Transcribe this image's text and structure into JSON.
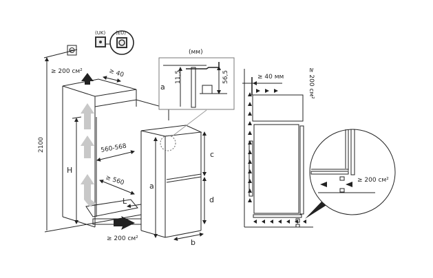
{
  "left_diagram": {
    "socket_uk_label": "(UK)",
    "socket_eu_label": "(EU)",
    "top_vent_label": "≥ 200 см²",
    "top_gap_label": "≥ 40",
    "total_height_label": "2100",
    "niche_height_label": "H",
    "niche_width_label": "560-568",
    "niche_depth_label": "≥ 560",
    "depth_offset_label": "L",
    "bottom_vent_label": "≥ 200 см²",
    "appliance_height_label": "a",
    "upper_section_label": "c",
    "lower_section_label": "d",
    "appliance_width_label": "b"
  },
  "inset": {
    "unit_label": "(мм)",
    "height_label": "a",
    "dim_1": "11,5",
    "dim_2": "56,5"
  },
  "right_diagram": {
    "top_gap_label": "≥ 40 мм",
    "vent_label_vertical": "≥ 200 см²",
    "detail_vent_label": "≥ 200 см²"
  }
}
